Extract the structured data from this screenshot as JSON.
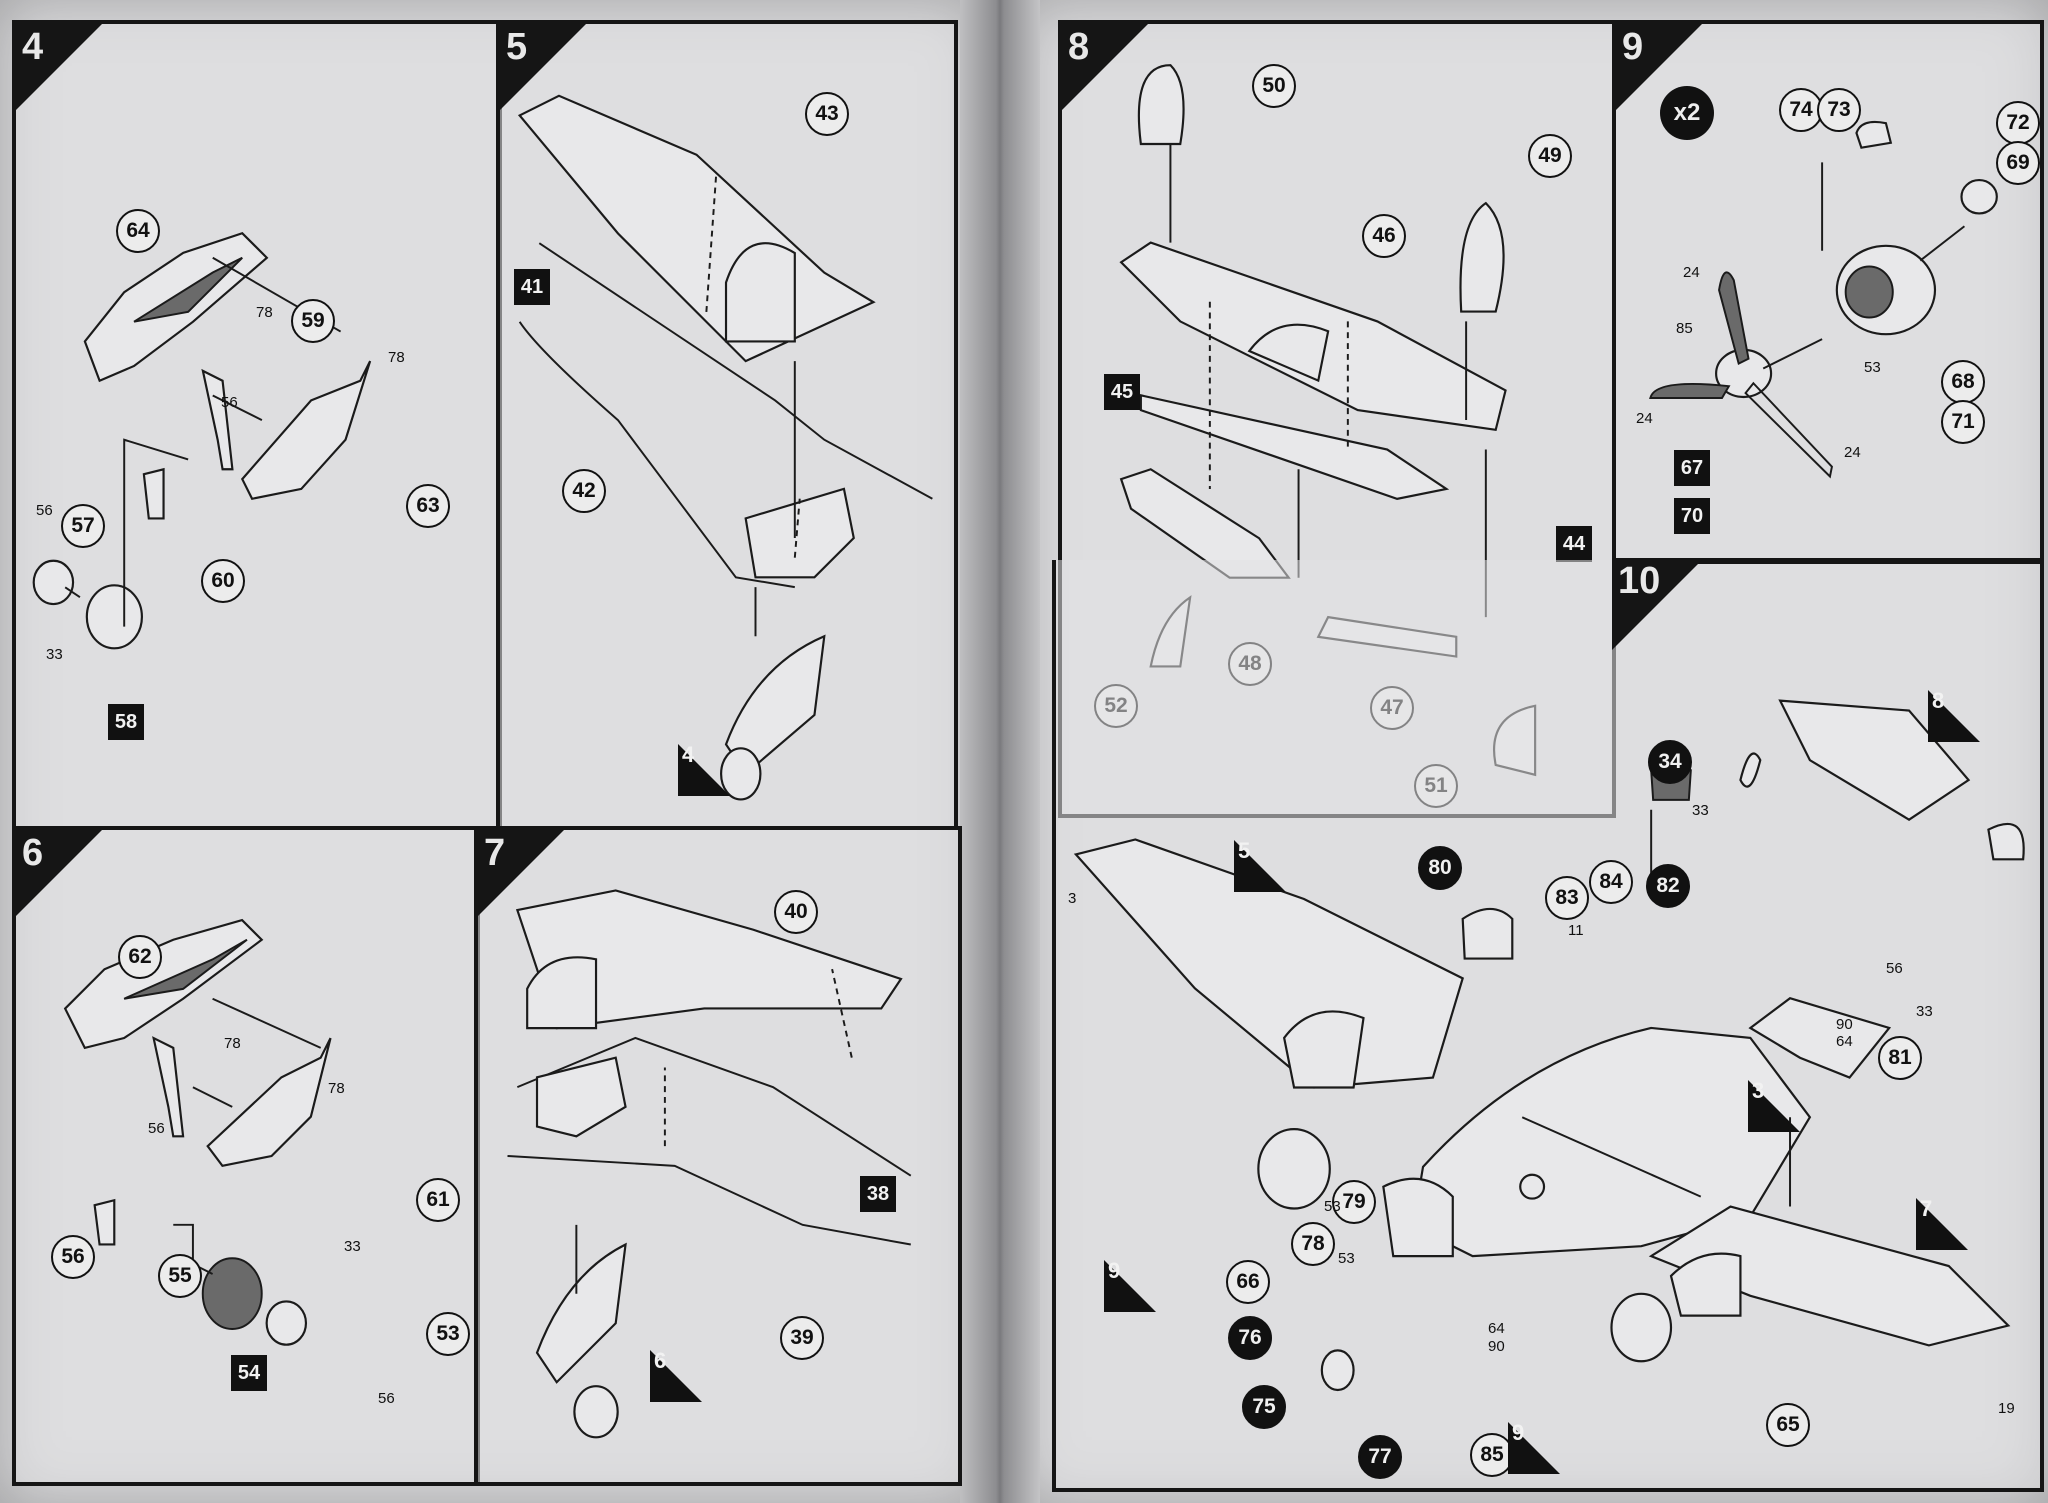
{
  "steps": {
    "s4": {
      "number": "4",
      "callouts": [
        {
          "t": "64"
        },
        {
          "t": "59"
        },
        {
          "t": "57"
        },
        {
          "t": "63"
        },
        {
          "t": "60"
        }
      ],
      "smalls": [
        "78",
        "78",
        "56",
        "56",
        "33"
      ],
      "boxes": [
        {
          "t": "58"
        }
      ]
    },
    "s5": {
      "number": "5",
      "callouts": [
        {
          "t": "43"
        },
        {
          "t": "42"
        }
      ],
      "boxes": [
        {
          "t": "41"
        }
      ],
      "refs": [
        "4"
      ]
    },
    "s6": {
      "number": "6",
      "callouts": [
        {
          "t": "62"
        },
        {
          "t": "61"
        },
        {
          "t": "56"
        },
        {
          "t": "55"
        },
        {
          "t": "53"
        }
      ],
      "smalls": [
        "78",
        "78",
        "56",
        "33",
        "56"
      ],
      "boxes": [
        {
          "t": "54"
        }
      ]
    },
    "s7": {
      "number": "7",
      "callouts": [
        {
          "t": "40"
        },
        {
          "t": "39"
        }
      ],
      "boxes": [
        {
          "t": "38"
        }
      ],
      "refs": [
        "6"
      ]
    },
    "s8": {
      "number": "8",
      "callouts": [
        {
          "t": "50"
        },
        {
          "t": "49"
        },
        {
          "t": "46"
        },
        {
          "t": "52"
        },
        {
          "t": "48"
        },
        {
          "t": "47"
        },
        {
          "t": "51"
        }
      ],
      "boxes": [
        {
          "t": "45"
        },
        {
          "t": "44"
        }
      ]
    },
    "s9": {
      "number": "9",
      "multiplier": "x2",
      "callouts": [
        {
          "t": "74"
        },
        {
          "t": "73"
        },
        {
          "t": "72"
        },
        {
          "t": "69"
        },
        {
          "t": "68"
        },
        {
          "t": "71"
        }
      ],
      "smalls": [
        "24",
        "85",
        "53",
        "24",
        "24"
      ],
      "boxes": [
        {
          "t": "67"
        },
        {
          "t": "70"
        }
      ]
    },
    "s10": {
      "number": "10",
      "callouts": [
        {
          "t": "80",
          "dark": true
        },
        {
          "t": "83"
        },
        {
          "t": "84"
        },
        {
          "t": "82",
          "dark": true
        },
        {
          "t": "34",
          "dark": true
        },
        {
          "t": "79"
        },
        {
          "t": "78"
        },
        {
          "t": "66"
        },
        {
          "t": "76",
          "dark": true
        },
        {
          "t": "75",
          "dark": true
        },
        {
          "t": "77",
          "dark": true
        },
        {
          "t": "85"
        },
        {
          "t": "65"
        },
        {
          "t": "81"
        }
      ],
      "smalls": [
        "3",
        "11",
        "33",
        "56",
        "33",
        "90",
        "64",
        "53",
        "53",
        "64",
        "90",
        "19"
      ],
      "refs": [
        "5",
        "8",
        "3",
        "9",
        "7",
        "9"
      ]
    }
  }
}
